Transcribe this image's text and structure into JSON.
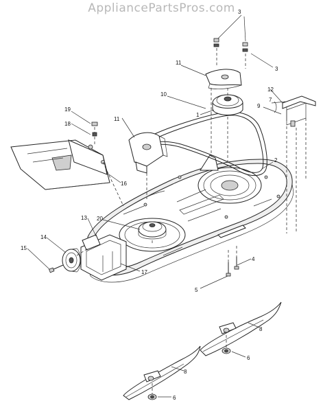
{
  "watermark": "AppliancePartsPros.com",
  "callouts": {
    "c1": "1",
    "c2": "2",
    "c3a": "3",
    "c3b": "3",
    "c4": "4",
    "c5": "5",
    "c6a": "6",
    "c6b": "6",
    "c7": "7",
    "c8a": "8",
    "c8b": "8",
    "c9": "9",
    "c10": "10",
    "c11a": "11",
    "c11b": "11",
    "c12": "12",
    "c13": "13",
    "c14": "14",
    "c15": "15",
    "c16": "16",
    "c17": "17",
    "c18": "18",
    "c19": "19",
    "c20": "20"
  }
}
